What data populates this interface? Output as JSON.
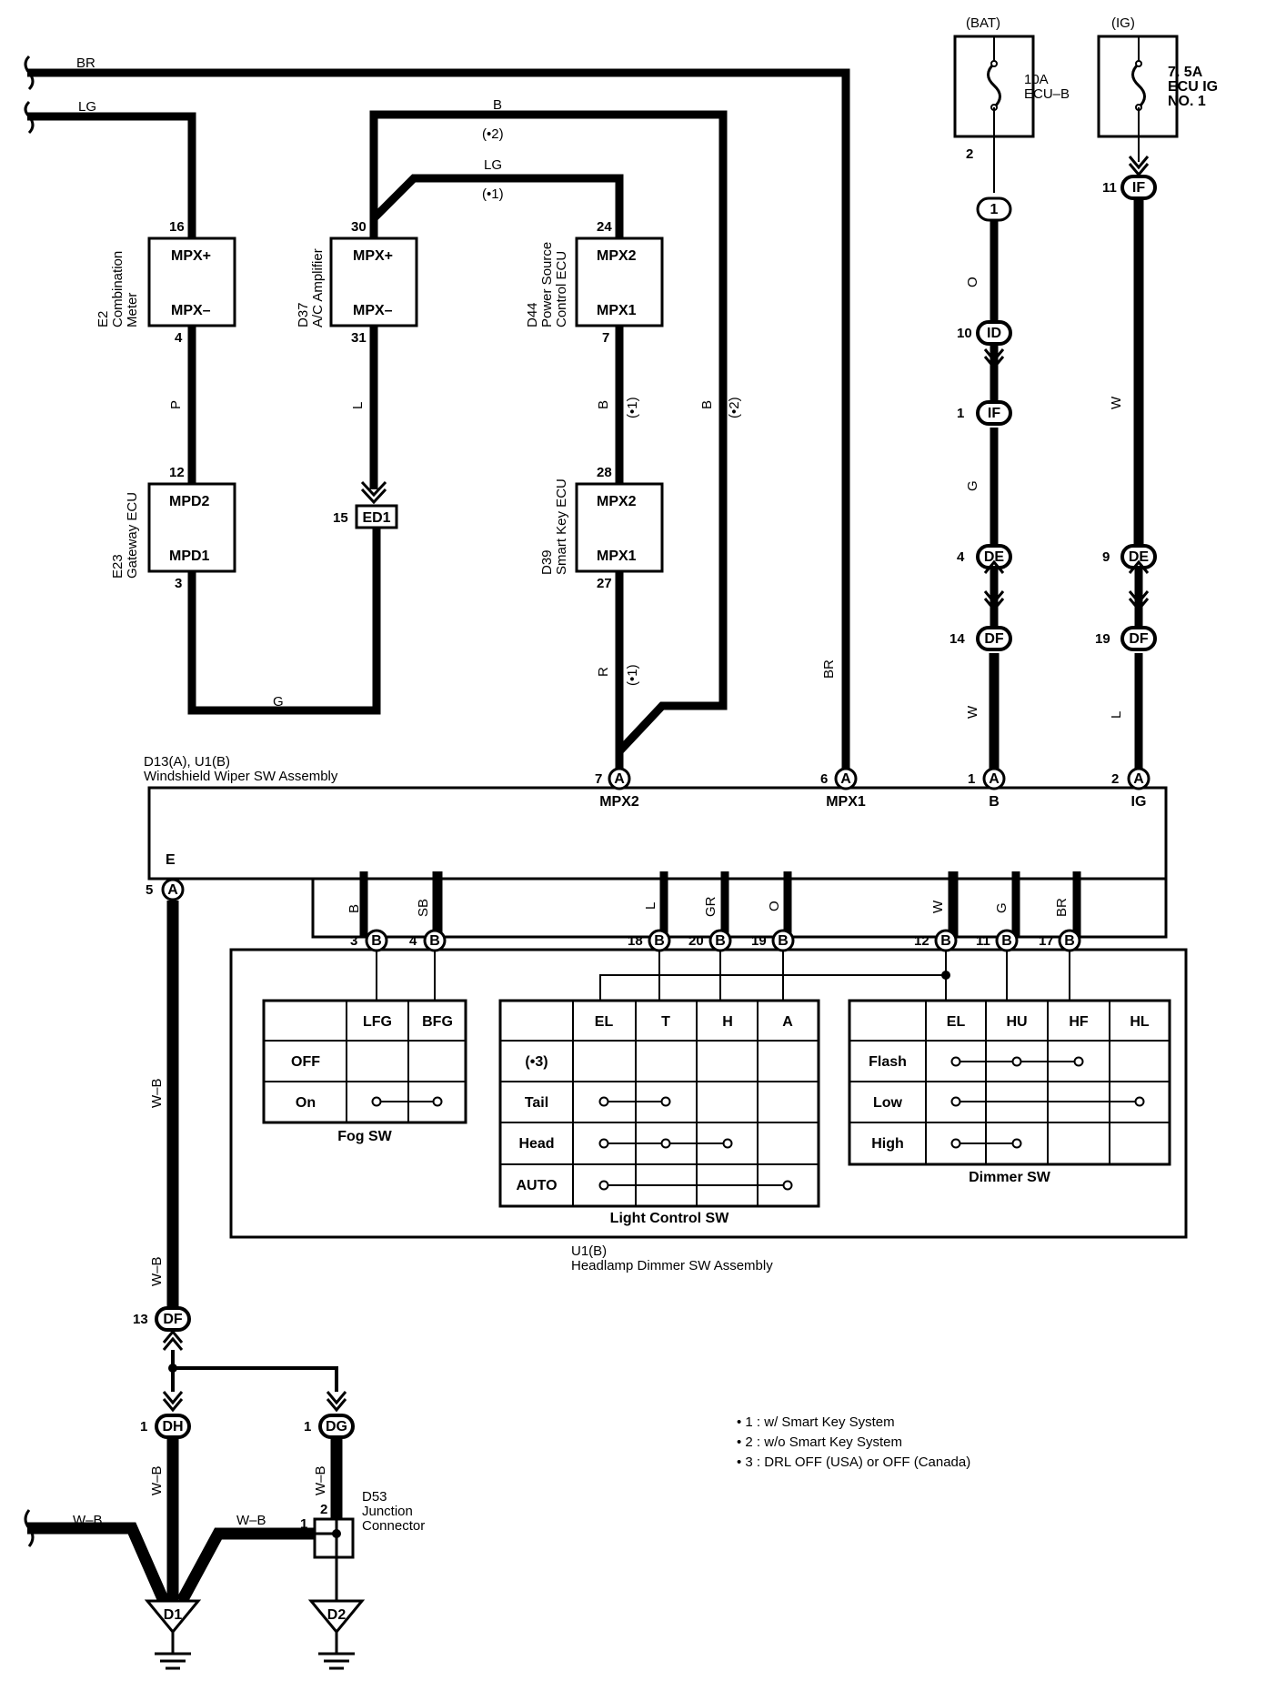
{
  "wires": {
    "br": "BR",
    "lg": "LG",
    "b": "B",
    "lg2": "LG",
    "note2": "(•2)",
    "note1": "(•1)",
    "p": "P",
    "l": "L",
    "g_bottom": "G",
    "b_d44": "B",
    "b_d44_note": "(•1)",
    "b_right": "B",
    "b_right_note": "(•2)",
    "r": "R",
    "r_note": "(•1)",
    "br_vert": "BR",
    "o": "O",
    "g_bat": "G",
    "w_bat": "W",
    "w_ig": "W",
    "l_ig": "L",
    "wb1": "W–B",
    "wb2": "W–B",
    "wb_dh": "W–B",
    "wb_dg": "W–B",
    "wb_h1": "W–B",
    "wb_h2": "W–B"
  },
  "fuses": {
    "bat_src": "(BAT)",
    "bat_amp": "10A",
    "bat_name": "ECU–B",
    "ig_src": "(IG)",
    "ig_amp": "7. 5A",
    "ig_name1": "ECU IG",
    "ig_name2": "NO. 1"
  },
  "components": {
    "e2": {
      "id": "E2",
      "name1": "Combination",
      "name2": "Meter",
      "pin_top": "16",
      "pin_bot": "4",
      "t_top": "MPX+",
      "t_bot": "MPX–"
    },
    "d37": {
      "id": "D37",
      "name1": "A/C Amplifier",
      "pin_top": "30",
      "pin_bot": "31",
      "t_top": "MPX+",
      "t_bot": "MPX–"
    },
    "d44": {
      "id": "D44",
      "name1": "Power Source",
      "name2": "Control ECU",
      "pin_top": "24",
      "pin_bot": "7",
      "t_top": "MPX2",
      "t_bot": "MPX1"
    },
    "e23": {
      "id": "E23",
      "name1": "Gateway ECU",
      "pin_top": "12",
      "pin_bot": "3",
      "t_top": "MPD2",
      "t_bot": "MPD1"
    },
    "d39": {
      "id": "D39",
      "name1": "Smart Key ECU",
      "pin_top": "28",
      "pin_bot": "27",
      "t_top": "MPX2",
      "t_bot": "MPX1"
    },
    "ed1": {
      "label": "ED1",
      "pin": "15"
    }
  },
  "inline_connectors": {
    "c1": {
      "label": "1",
      "pin": "2"
    },
    "id": {
      "label": "ID",
      "pin": "10"
    },
    "if_bat": {
      "label": "IF",
      "pin": "1"
    },
    "de_bat": {
      "label": "DE",
      "pin": "4"
    },
    "df_bat": {
      "label": "DF",
      "pin": "14"
    },
    "if_ig": {
      "label": "IF",
      "pin": "11"
    },
    "de_ig": {
      "label": "DE",
      "pin": "9"
    },
    "df_ig": {
      "label": "DF",
      "pin": "19"
    },
    "df_gnd": {
      "label": "DF",
      "pin": "13"
    },
    "dh": {
      "label": "DH",
      "pin": "1"
    },
    "dg": {
      "label": "DG",
      "pin": "1"
    }
  },
  "wiper_assembly": {
    "title1": "D13(A), U1(B)",
    "title2": "Windshield Wiper SW Assembly",
    "pins_top": [
      {
        "num": "7",
        "conn": "A",
        "term": "MPX2"
      },
      {
        "num": "6",
        "conn": "A",
        "term": "MPX1"
      },
      {
        "num": "1",
        "conn": "A",
        "term": "B"
      },
      {
        "num": "2",
        "conn": "A",
        "term": "IG"
      }
    ],
    "e_label": "E",
    "e_pin": {
      "num": "5",
      "conn": "A"
    },
    "sub_wires": [
      "B",
      "SB",
      "L",
      "GR",
      "O",
      "W",
      "G",
      "BR"
    ],
    "pins_bottom": [
      {
        "num": "3",
        "conn": "B"
      },
      {
        "num": "4",
        "conn": "B"
      },
      {
        "num": "18",
        "conn": "B"
      },
      {
        "num": "20",
        "conn": "B"
      },
      {
        "num": "19",
        "conn": "B"
      },
      {
        "num": "12",
        "conn": "B"
      },
      {
        "num": "11",
        "conn": "B"
      },
      {
        "num": "17",
        "conn": "B"
      }
    ]
  },
  "headlamp_assembly": {
    "title1": "U1(B)",
    "title2": "Headlamp Dimmer SW Assembly"
  },
  "fog_sw": {
    "title": "Fog SW",
    "cols": [
      "LFG",
      "BFG"
    ],
    "rows": [
      "OFF",
      "On"
    ]
  },
  "light_sw": {
    "title": "Light Control SW",
    "cols": [
      "EL",
      "T",
      "H",
      "A"
    ],
    "rows": [
      "(•3)",
      "Tail",
      "Head",
      "AUTO"
    ]
  },
  "dimmer_sw": {
    "title": "Dimmer SW",
    "cols": [
      "EL",
      "HU",
      "HF",
      "HL"
    ],
    "rows": [
      "Flash",
      "Low",
      "High"
    ]
  },
  "junction": {
    "id": "D53",
    "name1": "Junction",
    "name2": "Connector",
    "pin1": "1",
    "pin2": "2"
  },
  "grounds": [
    "D1",
    "D2"
  ],
  "notes": [
    "• 1 : w/ Smart Key System",
    "• 2 : w/o Smart Key System",
    "• 3 : DRL OFF (USA) or OFF (Canada)"
  ]
}
